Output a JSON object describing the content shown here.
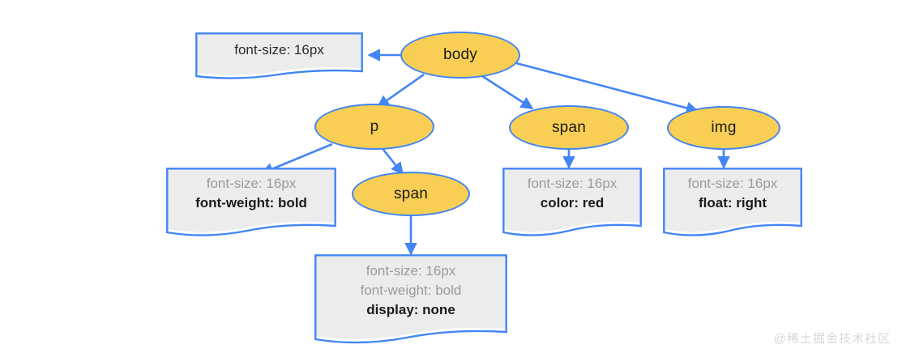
{
  "diagram": {
    "title": "CSS inheritance / computed style tree",
    "background": "#ffffff",
    "colors": {
      "node_fill": "#F8CF54",
      "stroke_blue": "#4285F4",
      "note_fill": "#ECECEC",
      "inherited_text": "#9b9b9b",
      "own_text": "#1b1b1b",
      "watermark_text": "#d8d8d8"
    }
  },
  "nodes": {
    "body": {
      "label": "body"
    },
    "p": {
      "label": "p"
    },
    "span_top": {
      "label": "span"
    },
    "img": {
      "label": "img"
    },
    "span_nested": {
      "label": "span"
    }
  },
  "notes": {
    "body_note": {
      "lines": [
        {
          "text": "font-size: 16px",
          "state": "plain"
        }
      ]
    },
    "p_note": {
      "lines": [
        {
          "text": "font-size: 16px",
          "state": "inherited"
        },
        {
          "text": "font-weight: bold",
          "state": "own"
        }
      ]
    },
    "span_top_note": {
      "lines": [
        {
          "text": "font-size: 16px",
          "state": "inherited"
        },
        {
          "text": "color: red",
          "state": "own"
        }
      ]
    },
    "img_note": {
      "lines": [
        {
          "text": "font-size: 16px",
          "state": "inherited"
        },
        {
          "text": "float: right",
          "state": "own"
        }
      ]
    },
    "span_nested_note": {
      "lines": [
        {
          "text": "font-size: 16px",
          "state": "inherited"
        },
        {
          "text": "font-weight: bold",
          "state": "inherited"
        },
        {
          "text": "display: none",
          "state": "own"
        }
      ]
    }
  },
  "edges": [
    {
      "from": "body",
      "to": "body_note"
    },
    {
      "from": "body",
      "to": "p"
    },
    {
      "from": "body",
      "to": "span_top"
    },
    {
      "from": "body",
      "to": "img"
    },
    {
      "from": "p",
      "to": "p_note"
    },
    {
      "from": "p",
      "to": "span_nested"
    },
    {
      "from": "span_top",
      "to": "span_top_note"
    },
    {
      "from": "img",
      "to": "img_note"
    },
    {
      "from": "span_nested",
      "to": "span_nested_note"
    }
  ],
  "watermark": {
    "text": "@稀土掘金技术社区"
  }
}
